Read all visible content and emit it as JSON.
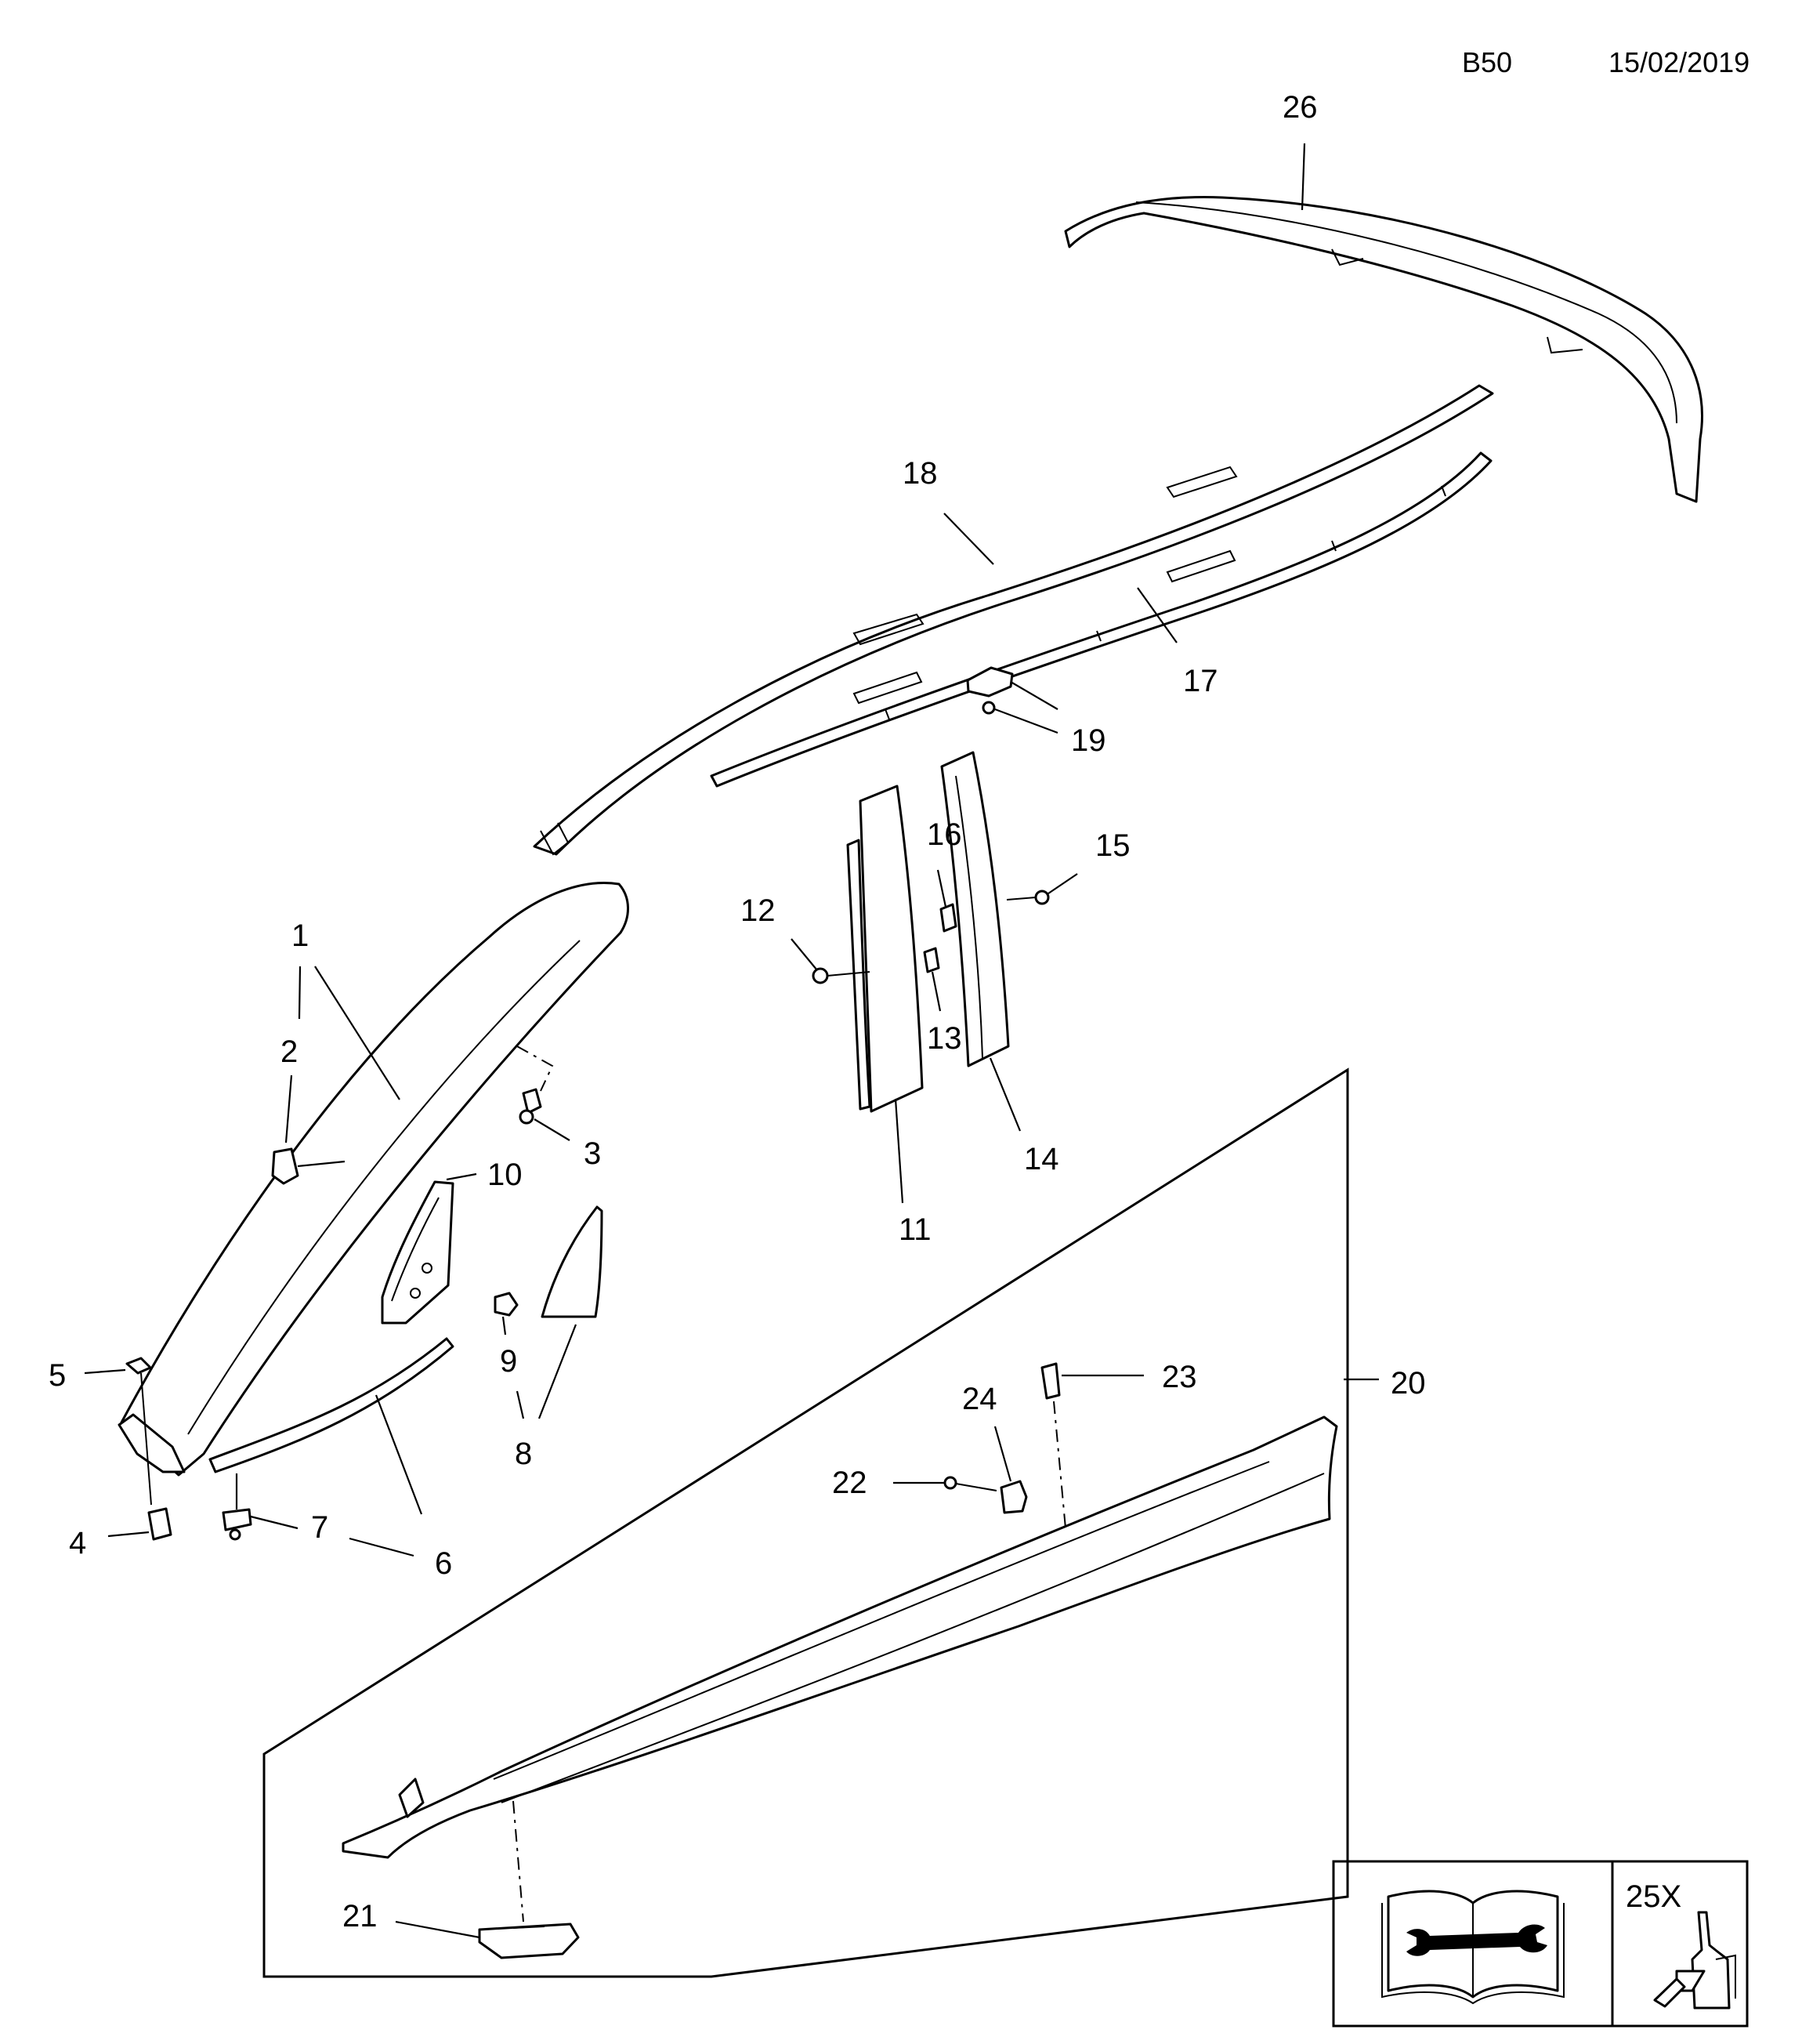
{
  "header": {
    "code": "B50",
    "date": "15/02/2019"
  },
  "callouts": {
    "c1": "1",
    "c2": "2",
    "c3": "3",
    "c4": "4",
    "c5": "5",
    "c6": "6",
    "c7": "7",
    "c8": "8",
    "c9": "9",
    "c10": "10",
    "c11": "11",
    "c12": "12",
    "c13": "13",
    "c14": "14",
    "c15": "15",
    "c16": "16",
    "c17": "17",
    "c18": "18",
    "c19": "19",
    "c20": "20",
    "c21": "21",
    "c22": "22",
    "c23": "23",
    "c24": "24",
    "c25": "25X",
    "c26": "26"
  },
  "legend": {
    "manual_icon": "book-wrench-icon",
    "adhesive_icon": "adhesive-bottle-icon"
  }
}
